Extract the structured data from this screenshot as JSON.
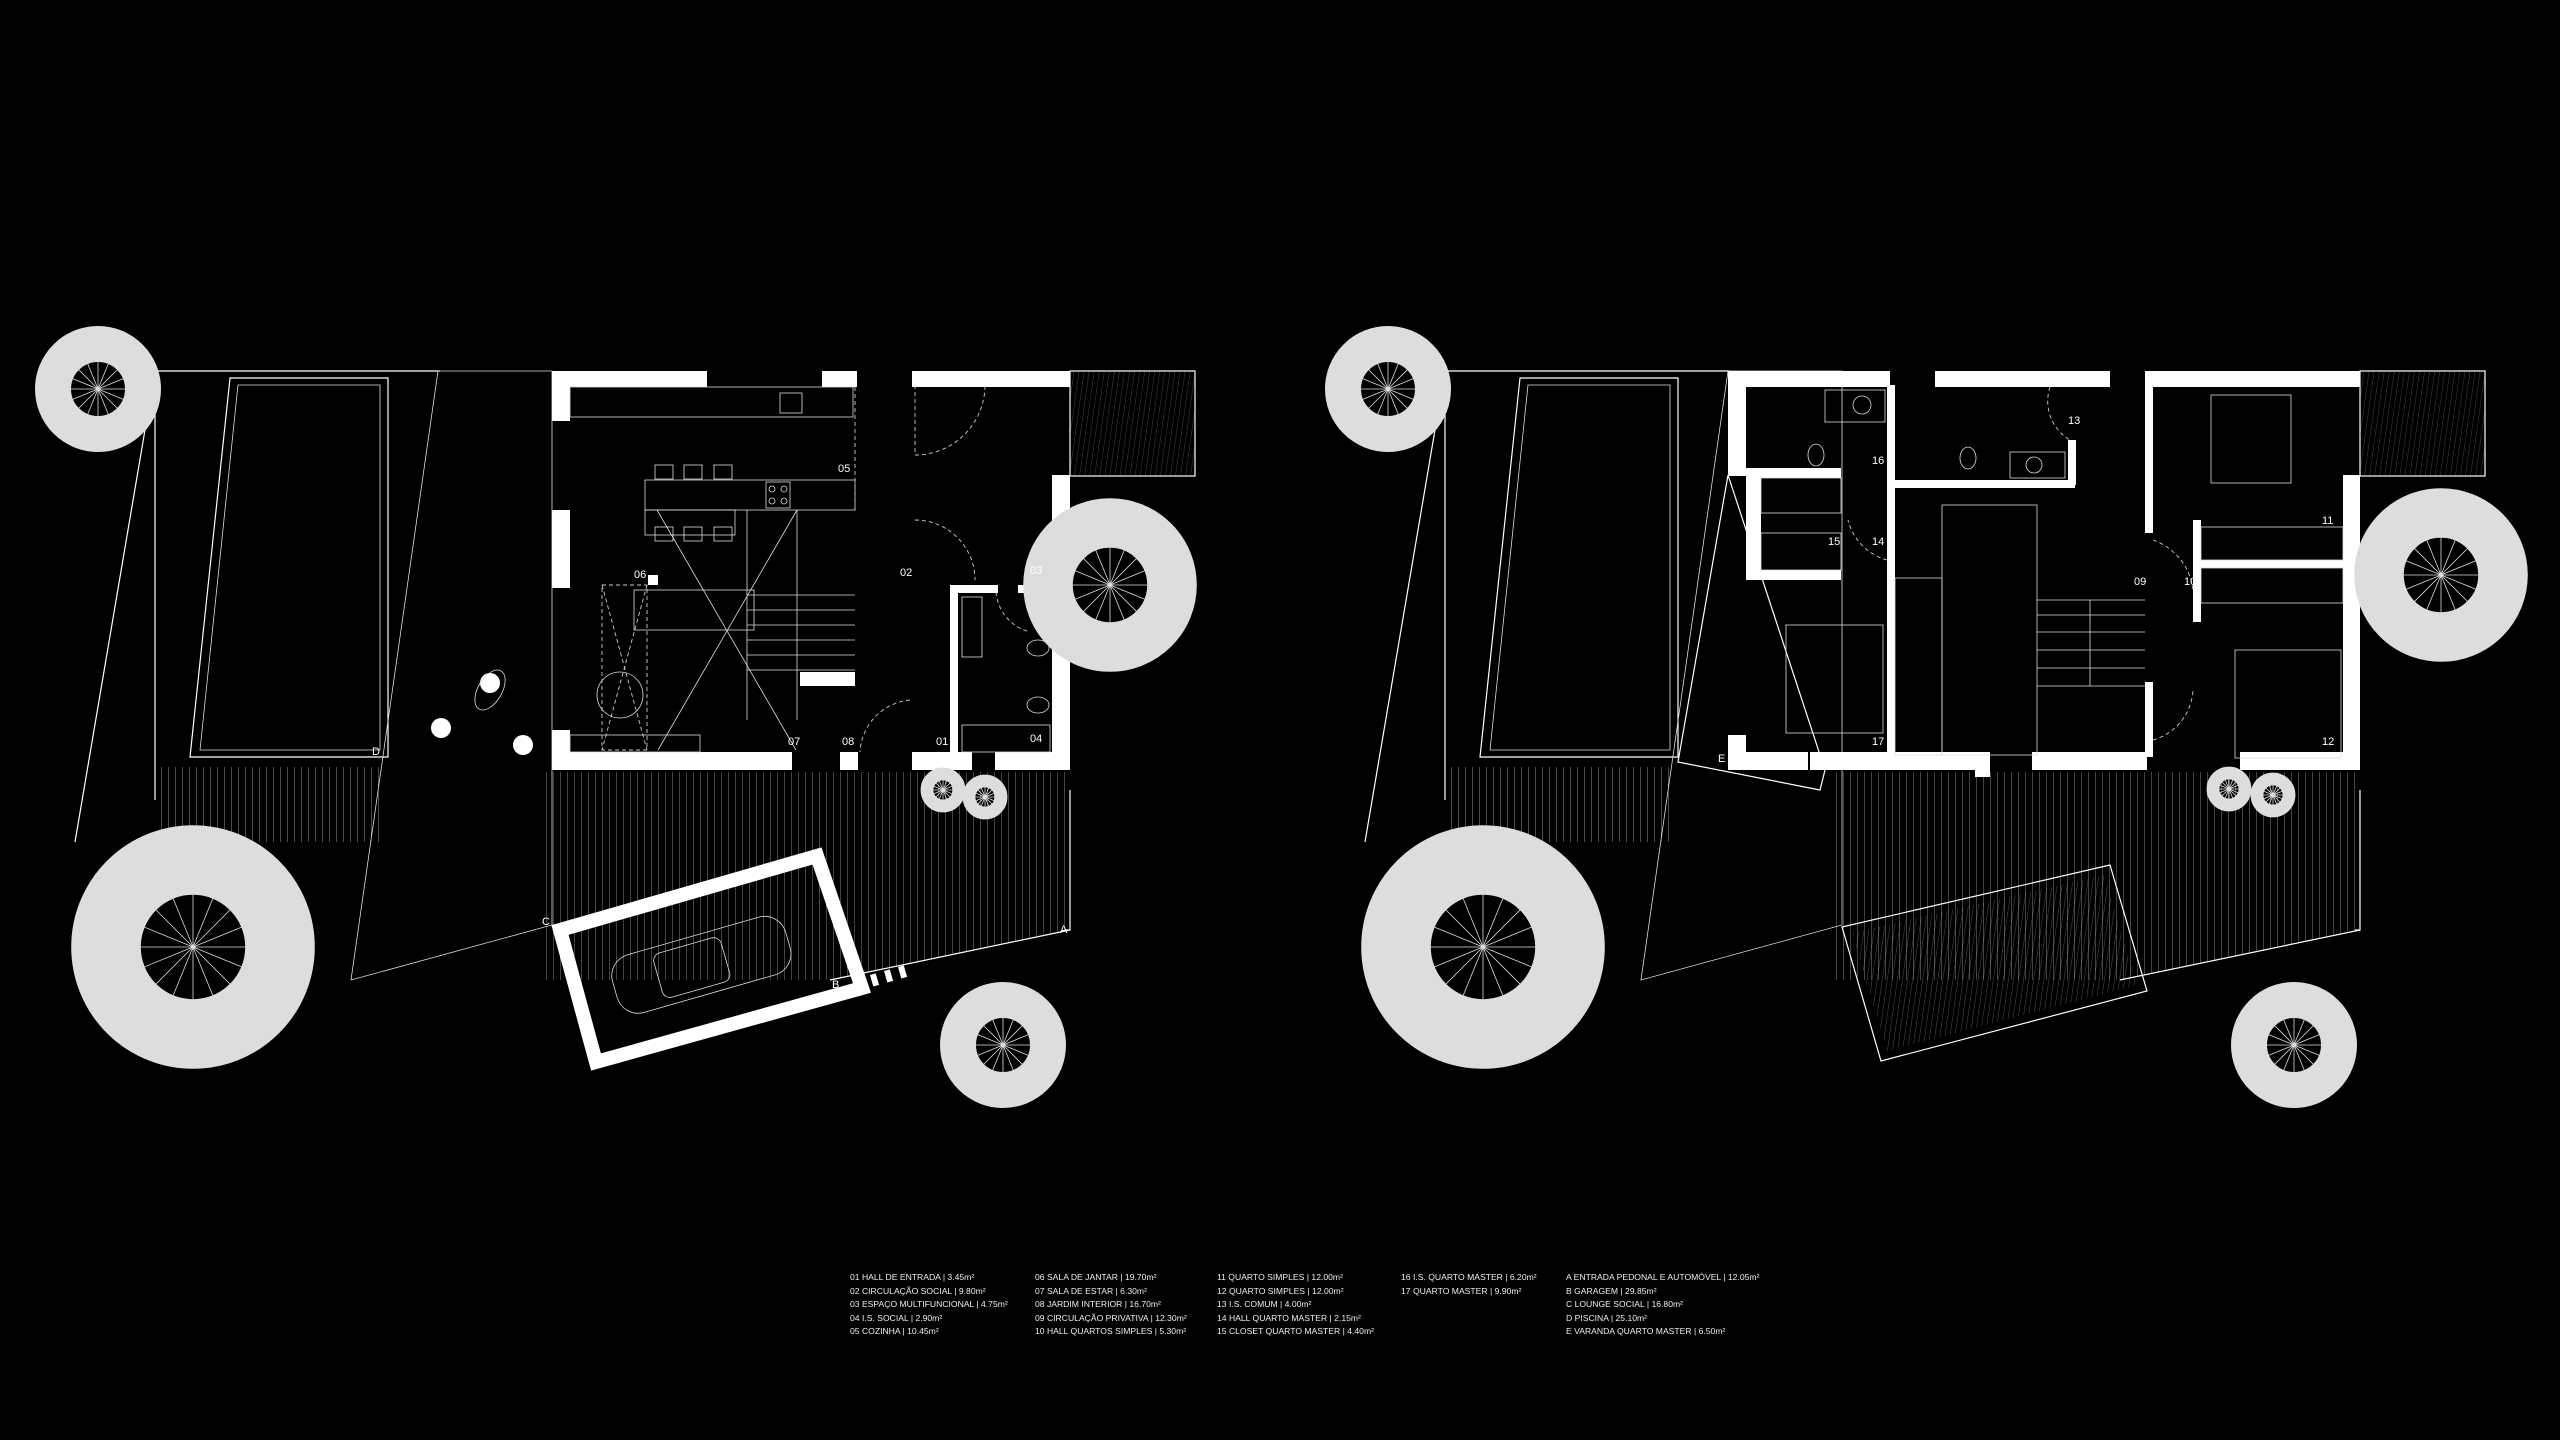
{
  "plans": {
    "ground_floor": {
      "rooms": [
        "01",
        "02",
        "03",
        "04",
        "05",
        "06",
        "07",
        "08"
      ],
      "areas": [
        "A",
        "B",
        "C",
        "D"
      ]
    },
    "upper_floor": {
      "rooms": [
        "09",
        "10",
        "11",
        "12",
        "13",
        "14",
        "15",
        "16",
        "17"
      ],
      "areas": [
        "E"
      ]
    }
  },
  "legend": {
    "col1": [
      "01  HALL DE ENTRADA | 3.45m²",
      "02  CIRCULAÇÃO SOCIAL | 9.80m²",
      "03  ESPAÇO MULTIFUNCIONAL | 4.75m²",
      "04  I.S. SOCIAL | 2.90m²",
      "05  COZINHA | 10.45m²"
    ],
    "col2": [
      "06  SALA DE JANTAR | 19.70m²",
      "07  SALA DE ESTAR | 6.30m²",
      "08  JARDIM INTERIOR | 16.70m²",
      "09  CIRCULAÇÃO PRIVATIVA | 12.30m²",
      "10  HALL QUARTOS SIMPLES | 5.30m²"
    ],
    "col3": [
      "11  QUARTO SIMPLES | 12.00m²",
      "12  QUARTO SIMPLES | 12.00m²",
      "13  I.S. COMUM | 4.00m²",
      "14  HALL QUARTO MASTER | 2.15m²",
      "15  CLOSET QUARTO MASTER | 4.40m²"
    ],
    "col4": [
      "16  I.S. QUARTO MASTER | 6.20m²",
      "17  QUARTO MASTER | 9.90m²"
    ],
    "col5": [
      "A   ENTRADA PEDONAL E AUTOMÓVEL | 12.05m²",
      "B   GARAGEM | 29.85m²",
      "C   LOUNGE SOCIAL | 16.80m²",
      "D   PISCINA | 25.10m²",
      "E   VARANDA QUARTO MASTER | 6.50m²"
    ]
  },
  "colors": {
    "background": "#000000",
    "lines": "#ffffff"
  }
}
